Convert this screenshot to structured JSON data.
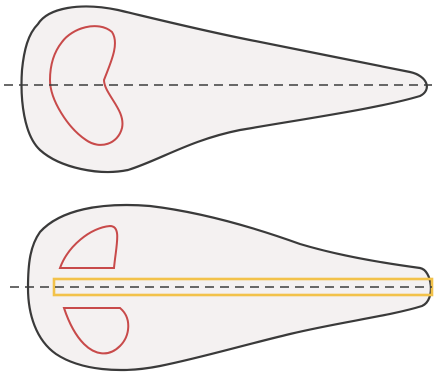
{
  "colors": {
    "background": "#ffffff",
    "outline_fill": "#f4f1f1",
    "outline_stroke": "#3a3a3a",
    "inner_region_stroke": "#c84a4a",
    "centerline": "#3a3a3a",
    "highlight_bar": "#f2c24a"
  },
  "panels": [
    {
      "id": "top",
      "inner_regions": 1,
      "has_highlight_bar": false
    },
    {
      "id": "bottom",
      "inner_regions": 2,
      "has_highlight_bar": true
    }
  ]
}
